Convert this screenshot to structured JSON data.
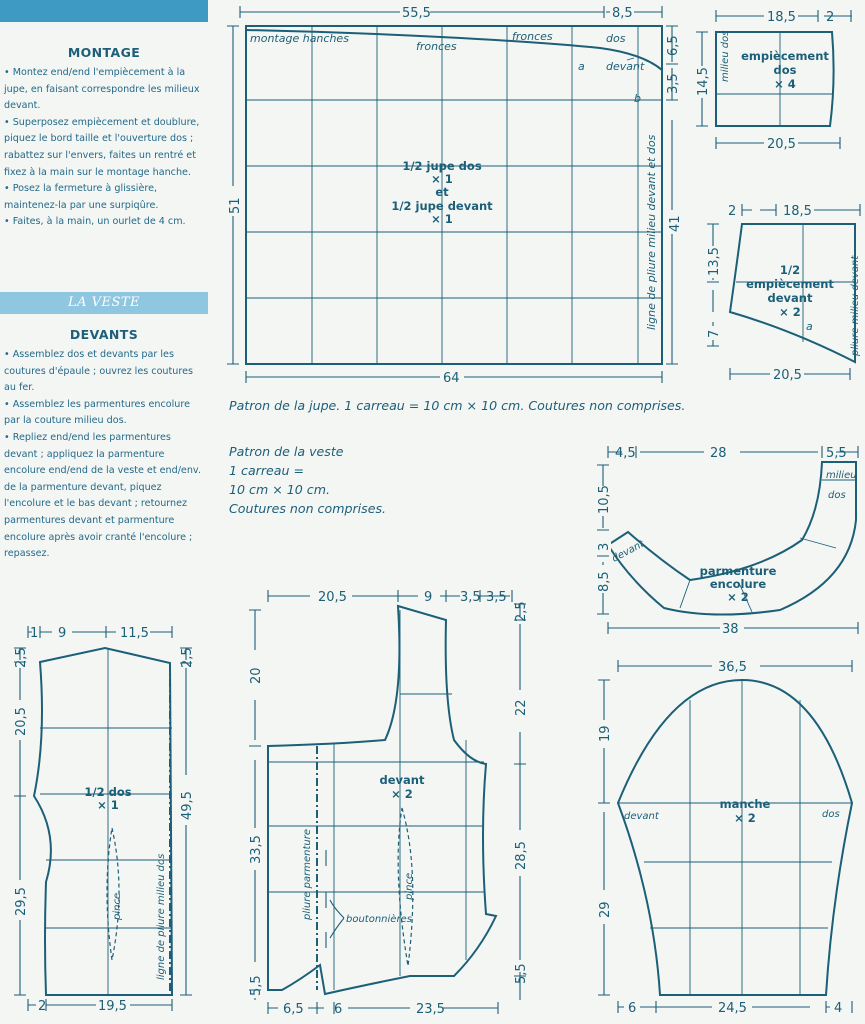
{
  "left_column": {
    "montage_title": "MONTAGE",
    "montage_items": [
      "• Montez end/end l'empiècement à la jupe, en faisant correspondre les milieux devant.",
      "• Superposez empiècement et doublure, piquez le bord taille et l'ouverture dos ; rabattez sur l'envers, faites un rentré et fixez à la main sur le montage hanche.",
      "• Posez la fermeture à glissière, maintenez-la par une surpiqûre.",
      "• Faites, à la main, un ourlet de 4 cm."
    ],
    "section_band": "LA VESTE",
    "devants_title": "DEVANTS",
    "devants_items": [
      "• Assemblez dos et devants par les coutures d'épaule ; ouvrez les coutures au fer.",
      "• Assemblez les parmentures encolure par la couture milieu dos.",
      "• Repliez end/end les parmentures devant ; appliquez la parmenture encolure end/end de la veste et end/env. de la parmenture devant, piquez l'encolure et le bas devant ; retournez parmentures devant et parmenture encolure après avoir cranté l'encolure ; repassez."
    ]
  },
  "captions": {
    "jupe": "Patron de la jupe. 1 carreau = 10 cm × 10 cm. Coutures non comprises.",
    "veste_lines": [
      "Patron de la veste",
      "1 carreau =",
      "10 cm × 10 cm.",
      "Coutures non comprises."
    ]
  },
  "skirt": {
    "dims": {
      "top_a": "55,5",
      "top_b": "8,5",
      "left": "51",
      "bottom": "64",
      "right_a": "6,5",
      "right_b": "3,5",
      "right_c": "41"
    },
    "labels": {
      "montage": "montage hanches",
      "fronces1": "fronces",
      "fronces2": "fronces",
      "dos": "dos",
      "devant": "devant",
      "a": "a",
      "b": "b",
      "title": [
        "1/2 jupe dos",
        "× 1",
        "et",
        "1/2 jupe devant",
        "× 1"
      ],
      "fold": "ligne de pliure milieu devant et dos"
    }
  },
  "empiecement_dos": {
    "dims": {
      "top": "18,5",
      "top_right": "2",
      "left": "14,5",
      "bottom": "20,5"
    },
    "labels": {
      "title": [
        "empiècement",
        "dos",
        "× 4"
      ],
      "milieu": "milieu dos"
    }
  },
  "empiecement_devant": {
    "dims": {
      "top_left": "2",
      "top": "18,5",
      "left_a": "13,5",
      "left_b": "7",
      "bottom": "20,5"
    },
    "labels": {
      "title": [
        "1/2",
        "empiècement",
        "devant",
        "× 2"
      ],
      "a": "a",
      "fold": "pliure milieu devant"
    }
  },
  "parmenture": {
    "dims": {
      "top_a": "4,5",
      "top_b": "28",
      "top_c": "5,5",
      "left_a": "10,5",
      "left_b": "3",
      "left_c": "8,5",
      "bottom": "38"
    },
    "labels": {
      "title": [
        "parmenture",
        "encolure",
        "× 2"
      ],
      "devant": "devant",
      "milieu": [
        "milieu",
        "dos"
      ]
    }
  },
  "dos_veste": {
    "dims": {
      "top_a": "1",
      "top_b": "9",
      "top_c": "11,5",
      "left_a": "2,5",
      "left_b": "20,5",
      "left_c": "29,5",
      "right_a": "2,5",
      "right_b": "49,5",
      "bottom_a": "2",
      "bottom_b": "19,5"
    },
    "labels": {
      "title": [
        "1/2 dos",
        "× 1"
      ],
      "pince": "pince",
      "fold": "ligne de pliure milieu dos"
    }
  },
  "devant_veste": {
    "dims": {
      "top_a": "20,5",
      "top_b": "9",
      "top_c": "3,5",
      "top_d": "3,5",
      "left_a": "20",
      "left_b": "33,5",
      "left_c": "5,5",
      "right_a": "2,5",
      "right_b": "22",
      "right_c": "28,5",
      "right_d": "5,5",
      "bottom_a": "6,5",
      "bottom_b": "6",
      "bottom_c": "23,5"
    },
    "labels": {
      "title": [
        "devant",
        "× 2"
      ],
      "pince": "pince",
      "pliure": "pliure parmenture",
      "boutonnieres": "boutonnières"
    }
  },
  "manche": {
    "dims": {
      "top": "36,5",
      "left_a": "19",
      "left_b": "29",
      "bottom_a": "6",
      "bottom_b": "24,5",
      "bottom_c": "4"
    },
    "labels": {
      "title": [
        "manche",
        "× 2"
      ],
      "devant": "devant",
      "dos": "dos"
    }
  }
}
